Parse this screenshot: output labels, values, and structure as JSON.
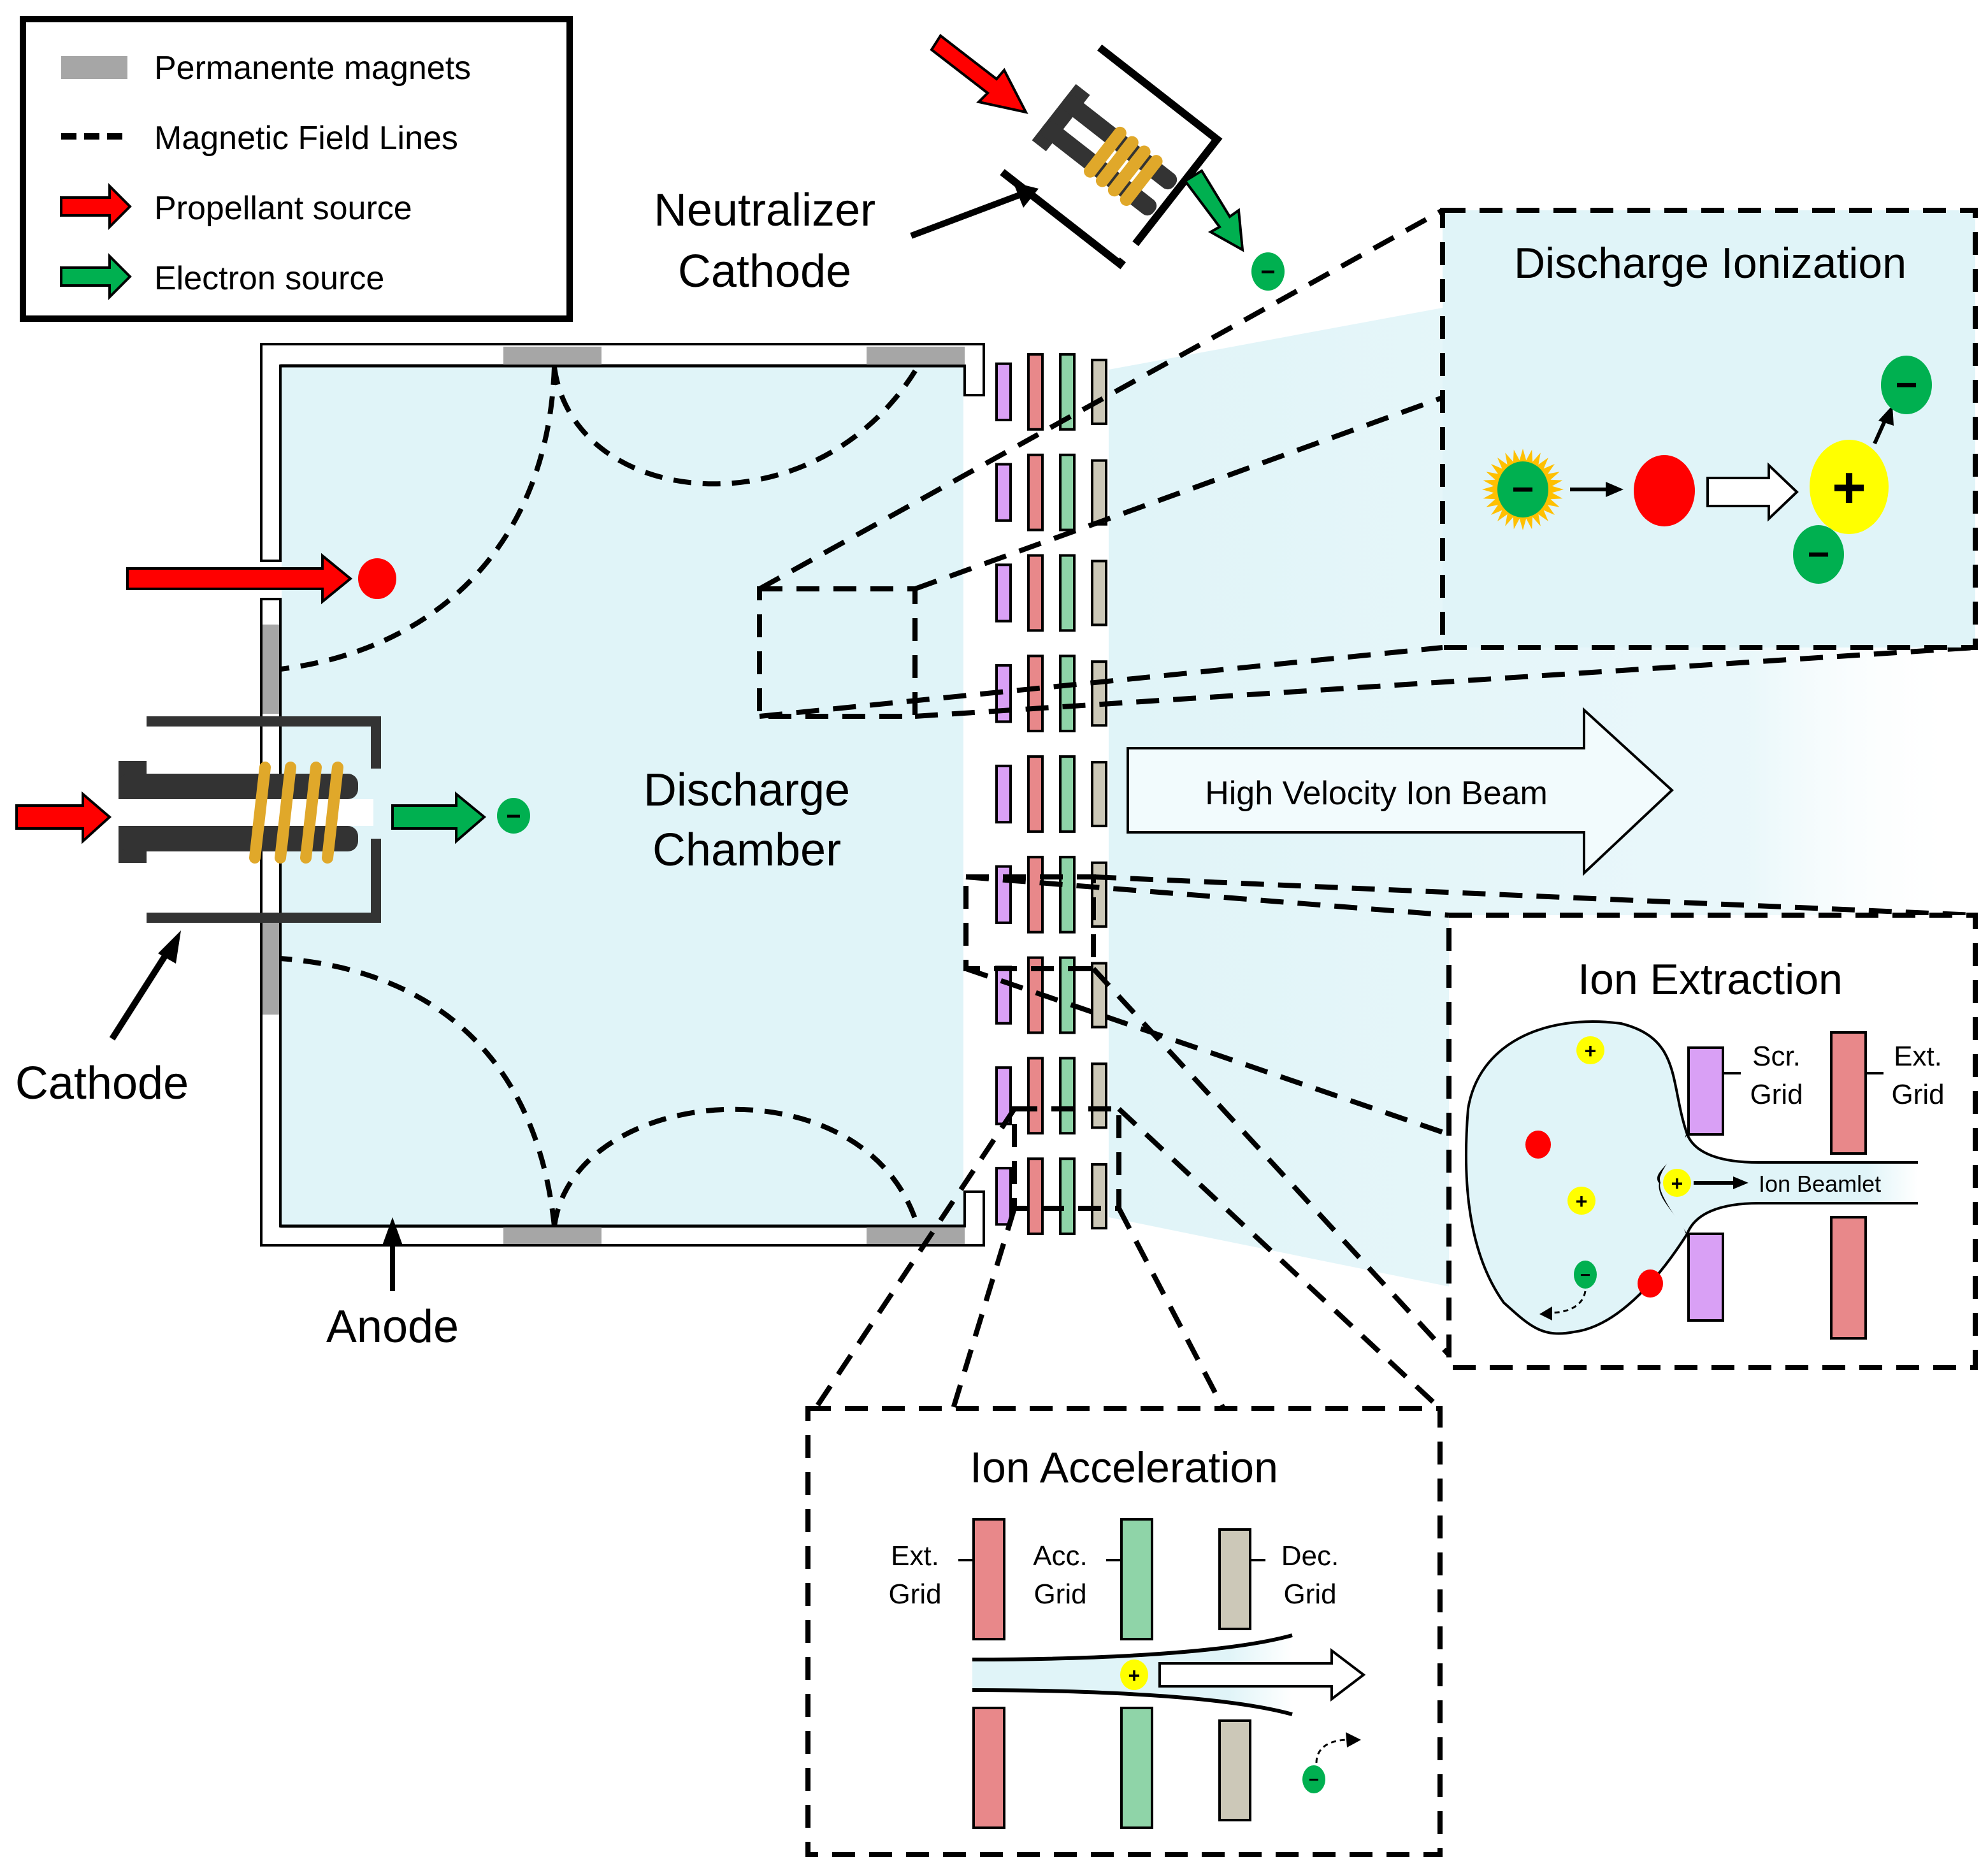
{
  "legend": {
    "items": [
      {
        "label": "Permanente magnets",
        "icon": "magnet-swatch",
        "color": "#a6a6a6"
      },
      {
        "label": "Magnetic Field Lines",
        "icon": "dashed-line"
      },
      {
        "label": "Propellant source",
        "icon": "red-arrow",
        "color": "#ff0000"
      },
      {
        "label": "Electron source",
        "icon": "green-arrow",
        "color": "#00b050"
      }
    ]
  },
  "labels": {
    "neutralizer_line1": "Neutralizer",
    "neutralizer_line2": "Cathode",
    "cathode": "Cathode",
    "anode": "Anode",
    "chamber_line1": "Discharge",
    "chamber_line2": "Chamber",
    "beam": "High Velocity Ion Beam"
  },
  "particles": {
    "electron_symbol": "−",
    "ion_symbol": "+"
  },
  "insets": {
    "ionization": {
      "title": "Discharge Ionization"
    },
    "extraction": {
      "title": "Ion Extraction",
      "scr_grid_line1": "Scr.",
      "scr_grid_line2": "Grid",
      "ext_grid_line1": "Ext.",
      "ext_grid_line2": "Grid",
      "beamlet": "Ion Beamlet"
    },
    "acceleration": {
      "title": "Ion Acceleration",
      "ext_grid_line1": "Ext.",
      "ext_grid_line2": "Grid",
      "acc_grid_line1": "Acc.",
      "acc_grid_line2": "Grid",
      "dec_grid_line1": "Dec.",
      "dec_grid_line2": "Grid"
    }
  },
  "colors": {
    "plasma": "#e0f4f8",
    "magnet": "#a6a6a6",
    "propellant": "#ff0000",
    "electron": "#00b050",
    "ion": "#ffff00",
    "screen_grid": "#d9a0f5",
    "extraction_grid": "#e8888a",
    "acceleration_grid": "#8fd4a8",
    "deceleration_grid": "#ccc8b8",
    "coil": "#e0a82a",
    "cathode_body": "#333333"
  },
  "grid_stack": {
    "rows": 9,
    "columns": [
      "screen",
      "extraction",
      "acceleration",
      "deceleration"
    ]
  }
}
